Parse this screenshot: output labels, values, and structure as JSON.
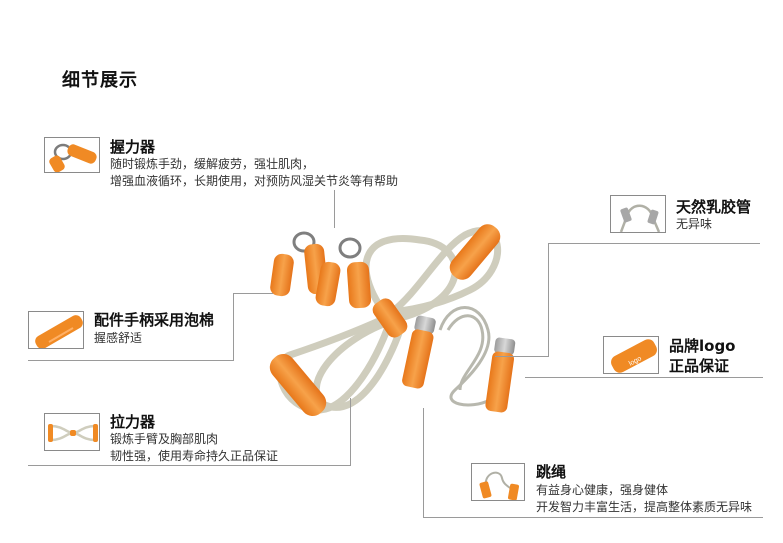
{
  "page": {
    "title": "细节展示"
  },
  "callouts": {
    "grip": {
      "title": "握力器",
      "line1": "随时锻炼手劲，缓解疲劳，强壮肌肉，",
      "line2": "增强血液循环，长期使用，对预防风湿关节炎等有帮助"
    },
    "handle": {
      "title": "配件手柄采用泡棉",
      "line1": "握感舒适"
    },
    "expander": {
      "title": "拉力器",
      "line1": "锻炼手臂及胸部肌肉",
      "line2": "韧性强，使用寿命持久正品保证"
    },
    "latex": {
      "title": "天然乳胶管",
      "line1": "无异味"
    },
    "brand": {
      "title_line1": "品牌logo",
      "title_line2": "正品保证"
    },
    "rope": {
      "title": "跳绳",
      "line1": "有益身心健康，强身健体",
      "line2": "开发智力丰富生活，提高整体素质无异味"
    }
  },
  "colors": {
    "accent_orange": "#f08a24",
    "tube_gray": "#c9c8b8",
    "text_dark": "#111111",
    "leader_gray": "#9a9a9a"
  }
}
